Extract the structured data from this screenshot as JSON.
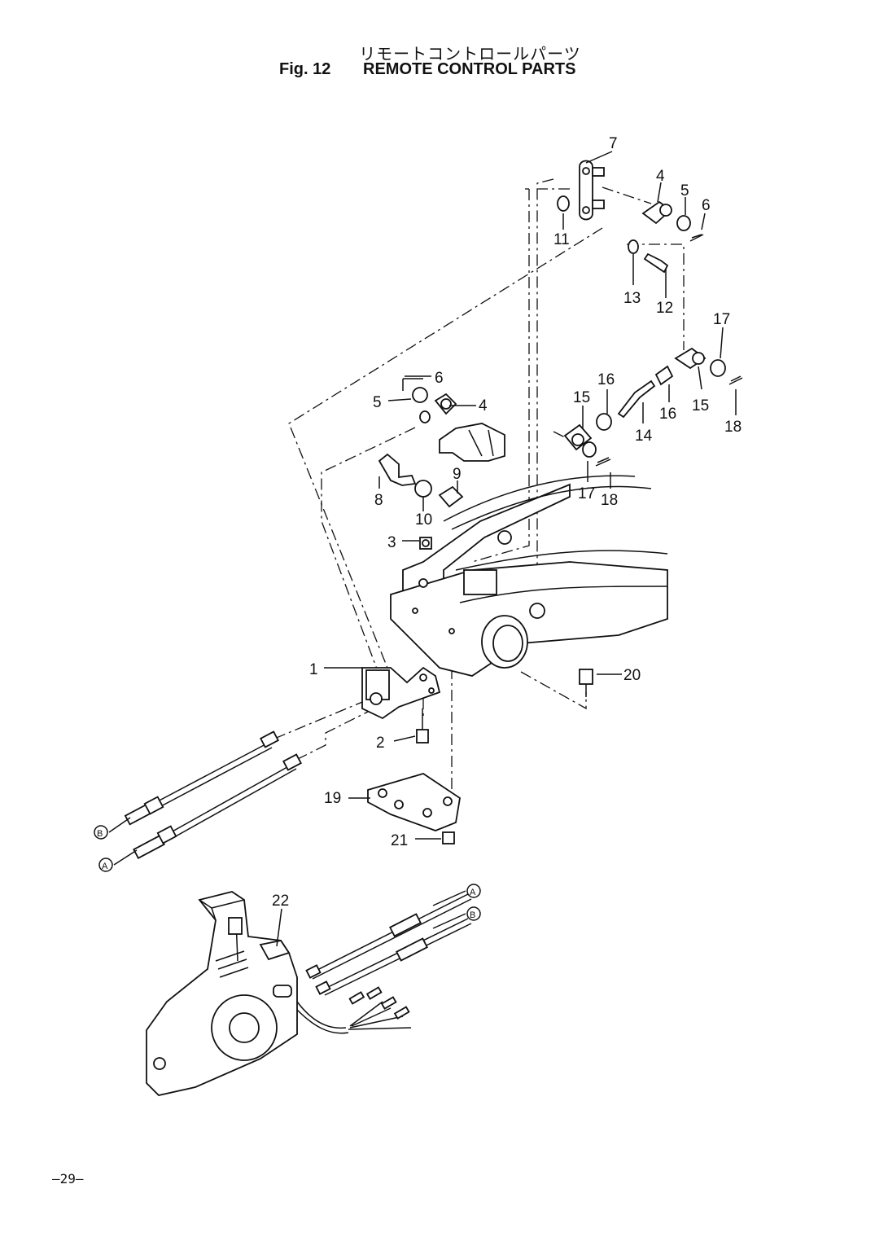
{
  "header": {
    "title_jp": "リモートコントロールパーツ",
    "fig_label": "Fig. 12",
    "title": "REMOTE CONTROL PARTS"
  },
  "page_number": "—29—",
  "callouts": {
    "c1": "1",
    "c2": "2",
    "c3": "3",
    "c4a": "4",
    "c4b": "4",
    "c5a": "5",
    "c5b": "5",
    "c6a": "6",
    "c6b": "6",
    "c7": "7",
    "c8": "8",
    "c9": "9",
    "c10": "10",
    "c11": "11",
    "c12": "12",
    "c13": "13",
    "c14": "14",
    "c15a": "15",
    "c15b": "15",
    "c16a": "16",
    "c16b": "16",
    "c17a": "17",
    "c17b": "17",
    "c18a": "18",
    "c18b": "18",
    "c19": "19",
    "c20": "20",
    "c21": "21",
    "c22": "22"
  },
  "cable_markers": {
    "a_left": "A",
    "b_left": "B",
    "a_right": "A",
    "b_right": "B"
  }
}
